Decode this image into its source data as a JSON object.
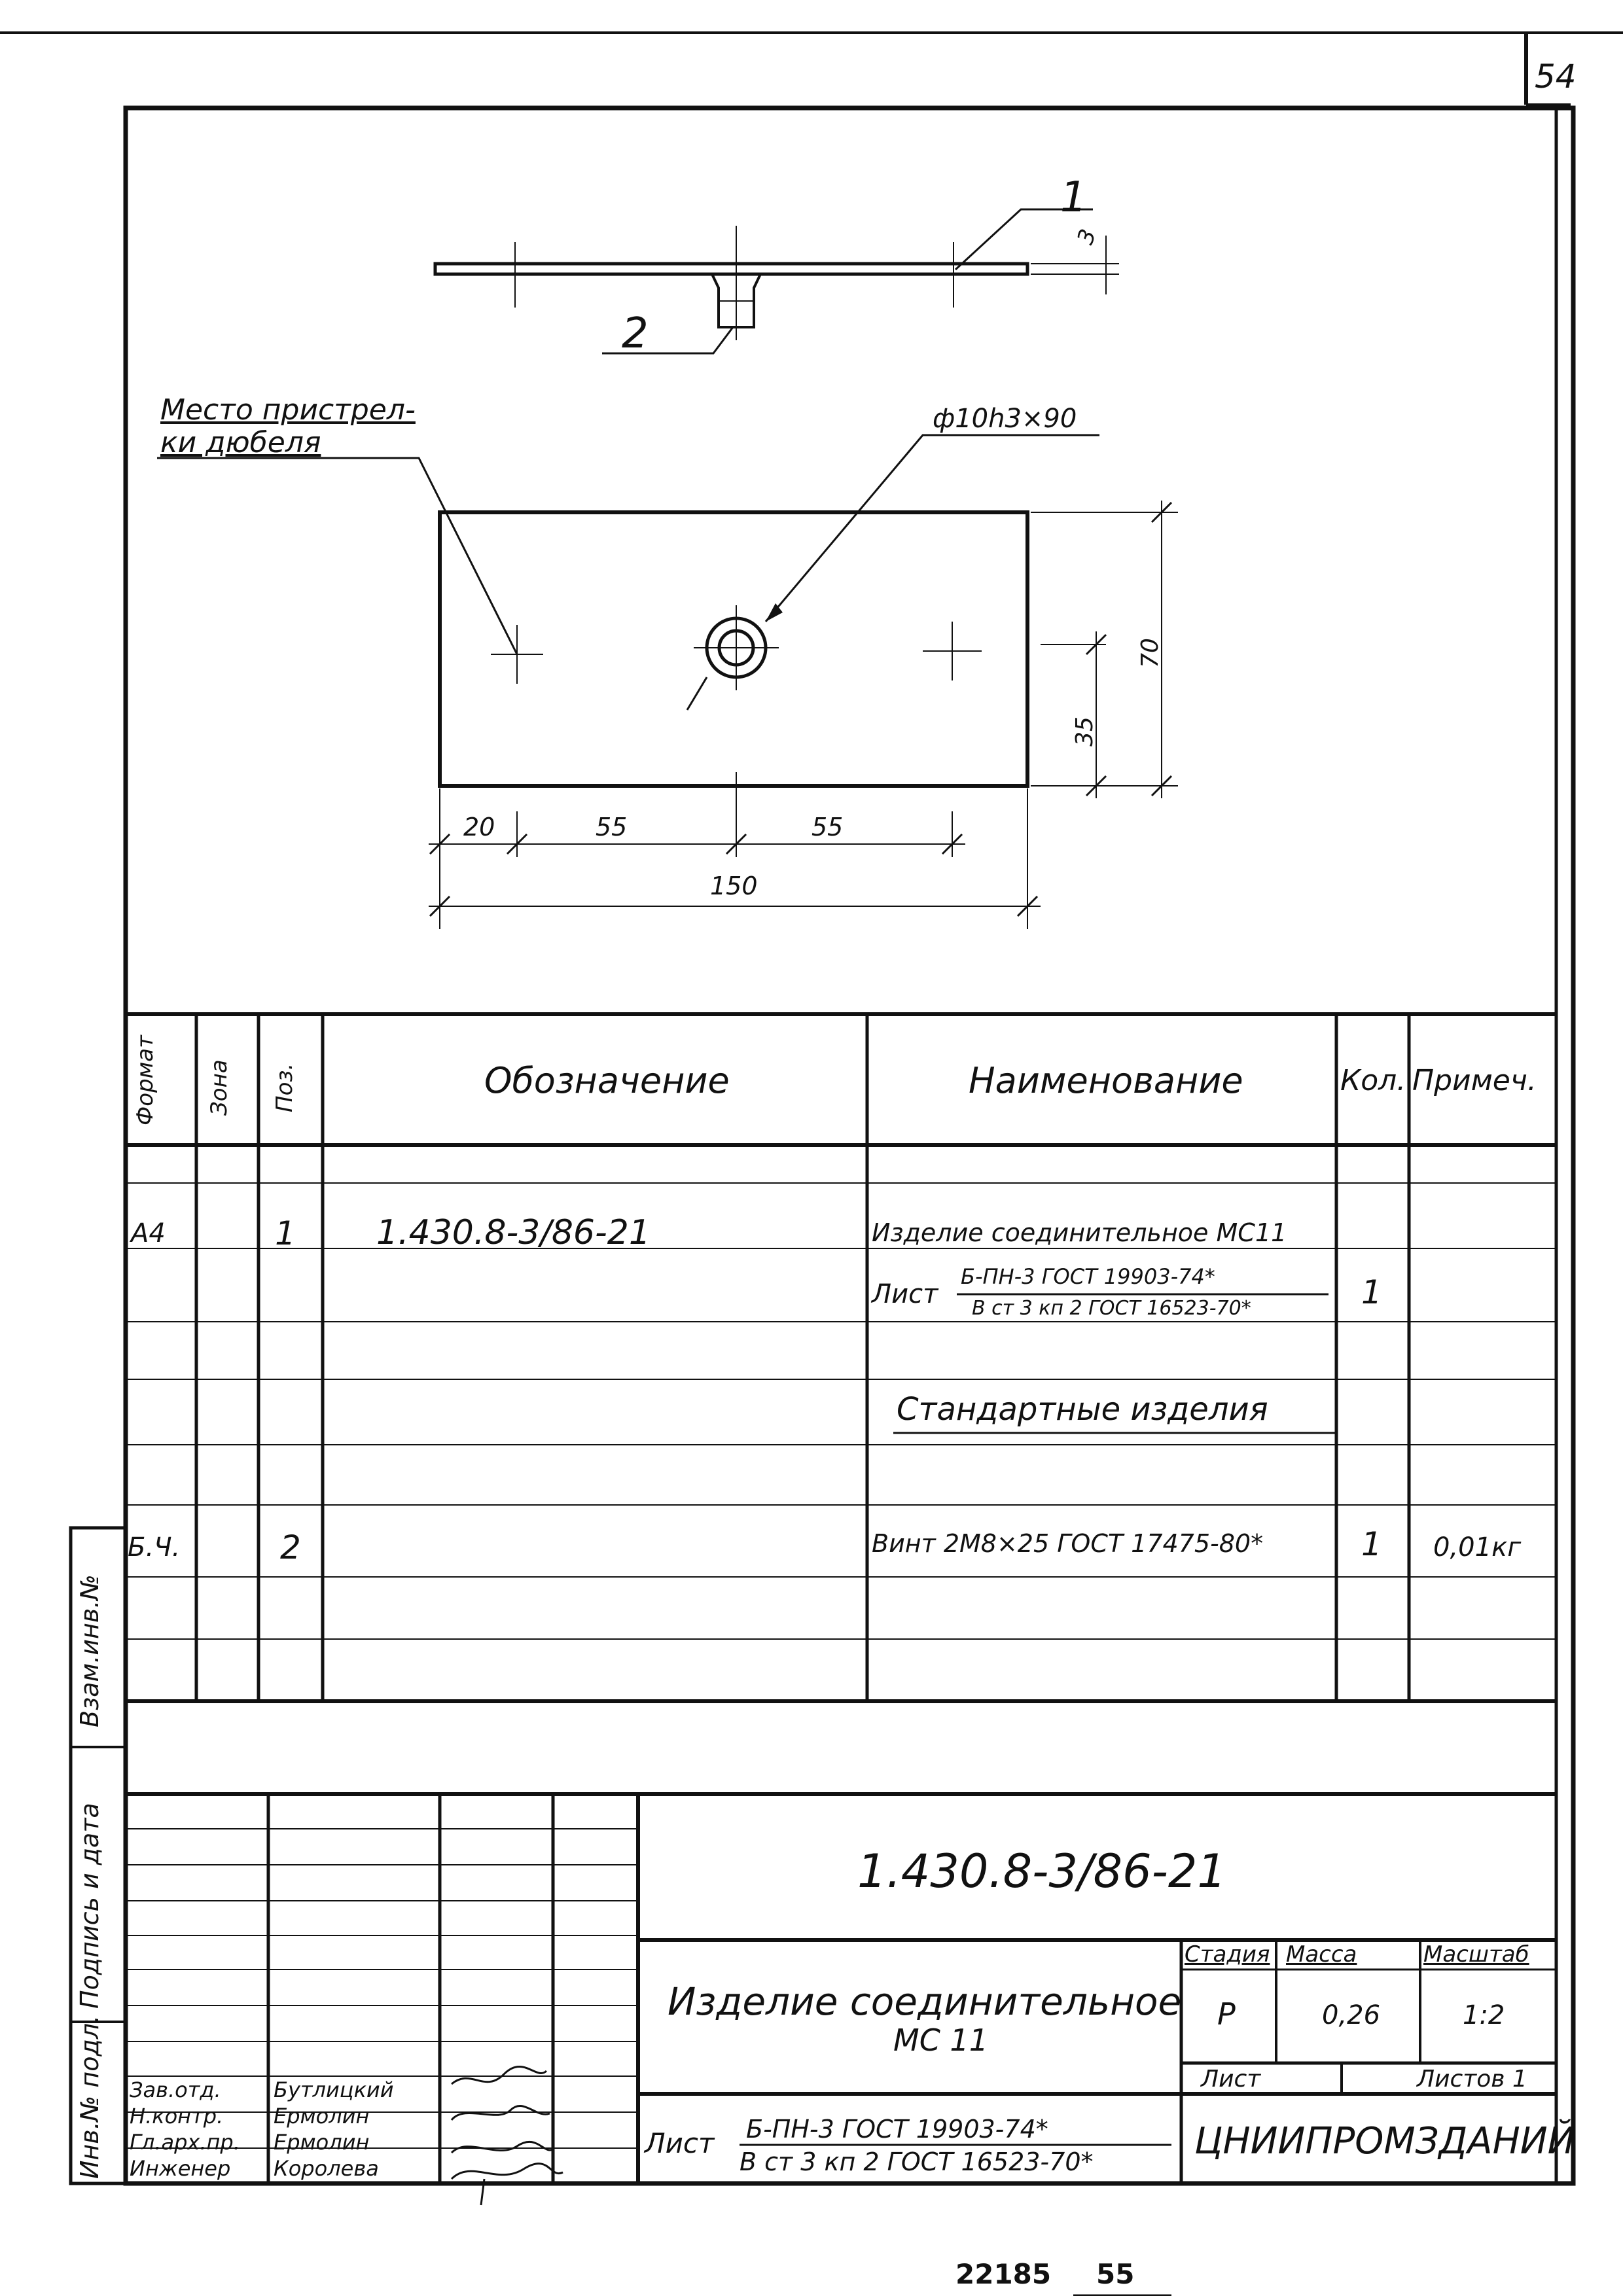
{
  "page_number": "54",
  "footer": {
    "inventory": "22185",
    "page": "55"
  },
  "drawing": {
    "pos1": "1",
    "pos2": "2",
    "thickness": "3",
    "note_label": [
      "Место пристрел-",
      "ки дюбеля"
    ],
    "stud_label": "ф10h3×90",
    "dim_height": "70",
    "dim_half": "35",
    "dim_20": "20",
    "dim_55a": "55",
    "dim_55b": "55",
    "dim_150": "150"
  },
  "spec": {
    "headers": {
      "format": "Формат",
      "zone": "Зона",
      "pos": "Поз.",
      "designation": "Обозначение",
      "name": "Наименование",
      "qty": "Кол.",
      "note": "Примеч."
    },
    "row1": {
      "format": "А4",
      "pos": "1",
      "designation": "1.430.8-3/86-21",
      "name": "Изделие соединительное МС11"
    },
    "row2": {
      "prefix": "Лист",
      "numerator": "Б-ПН-3 ГОСТ 19903-74*",
      "denominator": "В ст 3 кп 2 ГОСТ 16523-70*",
      "qty": "1"
    },
    "section": "Стандартные изделия",
    "row3": {
      "format": "Б.Ч.",
      "pos": "2",
      "name": "Винт 2М8×25 ГОСТ 17475-80*",
      "qty": "1",
      "note": "0,01кг"
    }
  },
  "side_labels": [
    "Взам.инв.№",
    "Подпись и дата",
    "Инв.№ подл."
  ],
  "title_block": {
    "code": "1.430.8-3/86-21",
    "title_line1": "Изделие соединительное",
    "title_line2": "МС 11",
    "stage_label": "Стадия",
    "mass_label": "Масса",
    "scale_label": "Масштаб",
    "stage_value": "Р",
    "mass_value": "0,26",
    "scale_value": "1:2",
    "sheet_label": "Лист",
    "sheets_label": "Листов 1",
    "material_prefix": "Лист",
    "material_num": "Б-ПН-3 ГОСТ 19903-74*",
    "material_den": "В ст 3 кп 2 ГОСТ 16523-70*",
    "organization": "ЦНИИПРОМЗДАНИЙ",
    "people": [
      {
        "role": "Зав.отд.",
        "name": "Бутлицкий"
      },
      {
        "role": "Н.контр.",
        "name": "Ермолин"
      },
      {
        "role": "Гл.арх.пр.",
        "name": "Ермолин"
      },
      {
        "role": "Инженер",
        "name": "Королева"
      }
    ]
  }
}
